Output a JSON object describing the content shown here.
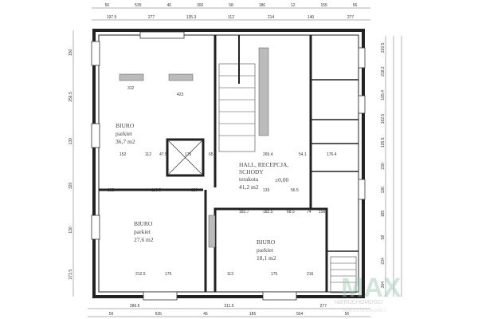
{
  "rooms": [
    {
      "name": "BIURO",
      "floor": "parkiet",
      "area": "36,7 m2"
    },
    {
      "name": "BIURO",
      "floor": "parkiet",
      "area": "27,6 m2"
    },
    {
      "name": "BIURO",
      "floor": "parkiet",
      "area": "18,1 m2"
    },
    {
      "name": "HALL, RECEPCJA,",
      "name2": "SCHODY",
      "floor": "terakota",
      "area": "41,2 m2"
    }
  ],
  "level_mark": "±0,00",
  "dims_top_1": [
    "56",
    "535",
    "46",
    "300",
    "58",
    "186",
    "12",
    "155",
    "56"
  ],
  "dims_top_2": [
    "197.5",
    "277",
    "135.3",
    "112",
    "214",
    "140",
    "277"
  ],
  "dims_bottom_1": [
    "286.5",
    "311.5",
    "277"
  ],
  "dims_bottom_2": [
    "56",
    "535",
    "46",
    "185",
    "554",
    "56"
  ],
  "dims_left": [
    "150",
    "256.5",
    "130",
    "320",
    "130",
    "273.5"
  ],
  "dims_right": [
    "220.5",
    "218.2",
    "165.4",
    "162.5",
    "105.5",
    "230",
    "136",
    "185",
    "58",
    "234",
    "304"
  ],
  "inner_dims": [
    "152",
    "112",
    "47.5",
    "175",
    "65",
    "265.4",
    "54.1",
    "176.4",
    "182",
    "110.5",
    "120",
    "133",
    "56.5",
    "182.7",
    "182.5",
    "68.5",
    "74",
    "156",
    "212.5",
    "175",
    "113",
    "175",
    "216",
    "312",
    "423"
  ],
  "watermark": {
    "logo": "MAX",
    "line1": "NIERUCHOMOŚCI",
    "line2": "REAL ESTATE AGENCY"
  }
}
